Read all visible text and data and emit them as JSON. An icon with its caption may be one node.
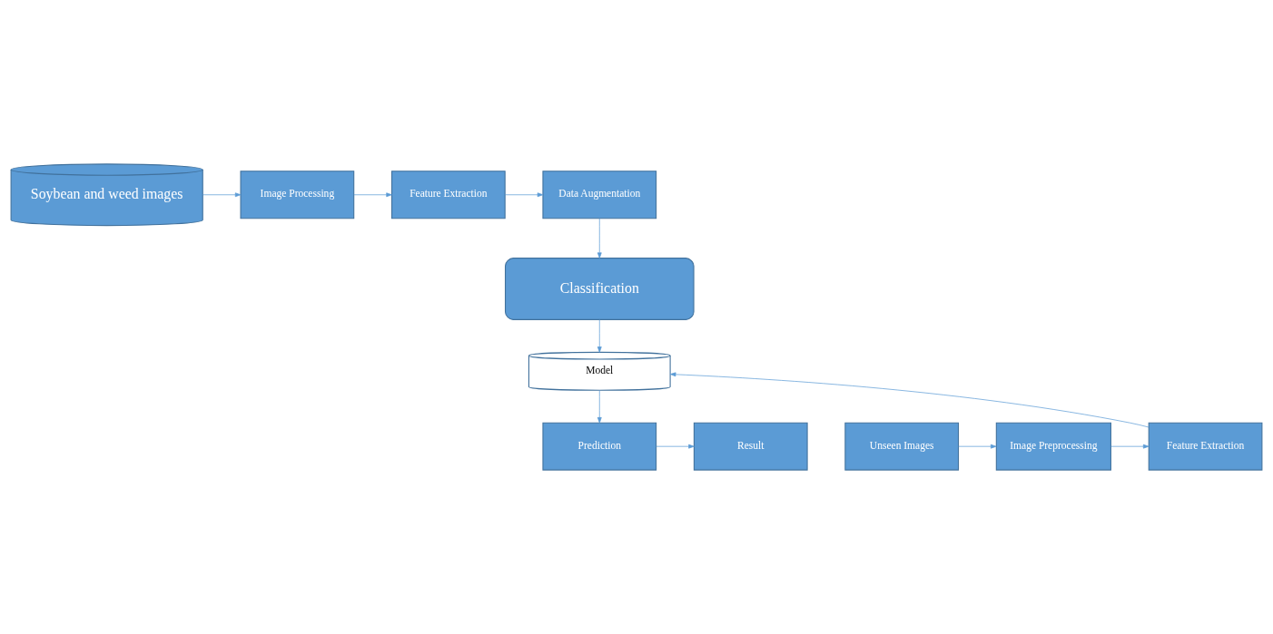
{
  "diagram": {
    "nodes": [
      {
        "text": [
          "Soybean and weed images"
        ]
      },
      {
        "text": [
          "Image Processing"
        ]
      },
      {
        "text": [
          "Feature Extraction"
        ]
      },
      {
        "text": [
          "Data Augmentation"
        ]
      },
      {
        "text": [
          "Classification"
        ]
      },
      {
        "text": [
          "Model"
        ]
      },
      {
        "text": [
          "Unseen Images"
        ]
      },
      {
        "text": [
          "Image Preprocessing"
        ]
      },
      {
        "text": [
          "Feature Extraction"
        ]
      },
      {
        "text": [
          "Prediction"
        ]
      },
      {
        "text": [
          "Result"
        ]
      }
    ],
    "edges": [
      {
        "from": 0,
        "to": 1,
        "arrow": "to"
      },
      {
        "from": 1,
        "to": 2,
        "arrow": "to"
      },
      {
        "from": 2,
        "to": 3,
        "arrow": "to"
      },
      {
        "from": 3,
        "to": 4,
        "arrow": "to"
      },
      {
        "from": 4,
        "to": 5,
        "arrow": "to"
      },
      {
        "from": 6,
        "to": 7,
        "arrow": "to"
      },
      {
        "from": 7,
        "to": 8,
        "arrow": "to"
      },
      {
        "from": 8,
        "to": 5,
        "arrow": "to"
      },
      {
        "from": 5,
        "to": 9,
        "arrow": "to"
      },
      {
        "from": 9,
        "to": 10,
        "arrow": "to"
      }
    ]
  }
}
